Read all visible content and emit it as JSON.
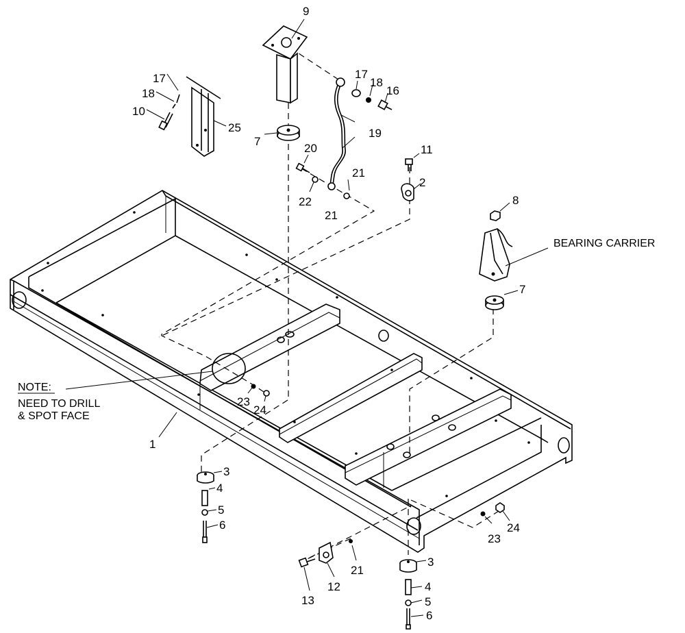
{
  "callouts": [
    "1",
    "2",
    "3",
    "4",
    "5",
    "6",
    "7",
    "8",
    "9",
    "10",
    "11",
    "12",
    "13",
    "16",
    "17",
    "18",
    "19",
    "20",
    "21",
    "22",
    "23",
    "24",
    "25"
  ],
  "labels": {
    "bearing_carrier": "BEARING CARRIER",
    "note_title": "NOTE:",
    "note_line1": "NEED TO DRILL",
    "note_line2": "& SPOT FACE"
  },
  "colors": {
    "ink": "#000000",
    "paper": "#ffffff"
  }
}
